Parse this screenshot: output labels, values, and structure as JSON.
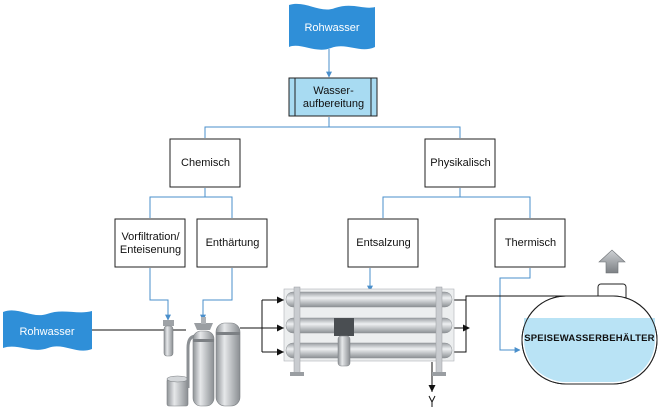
{
  "nodes": {
    "raw_water_top": "Rohwasser",
    "water_treatment": "Wasser-\naufbereitung",
    "chemical": "Chemisch",
    "physical": "Physikalisch",
    "prefiltration": "Vorfiltration/\nEnteisenung",
    "softening": "Enthärtung",
    "desalination": "Entsalzung",
    "thermal": "Thermisch",
    "raw_water_left": "Rohwasser",
    "feedwater_tank": "SPEISEWASSERBEHÄLTER"
  },
  "colors": {
    "banner_blue": "#2f8fd8",
    "treatment_fill": "#a8dbf2",
    "line_blue": "#4a8fcb",
    "tank_water": "#b9e3f5",
    "equipment_gray": "#b8bcc0"
  }
}
